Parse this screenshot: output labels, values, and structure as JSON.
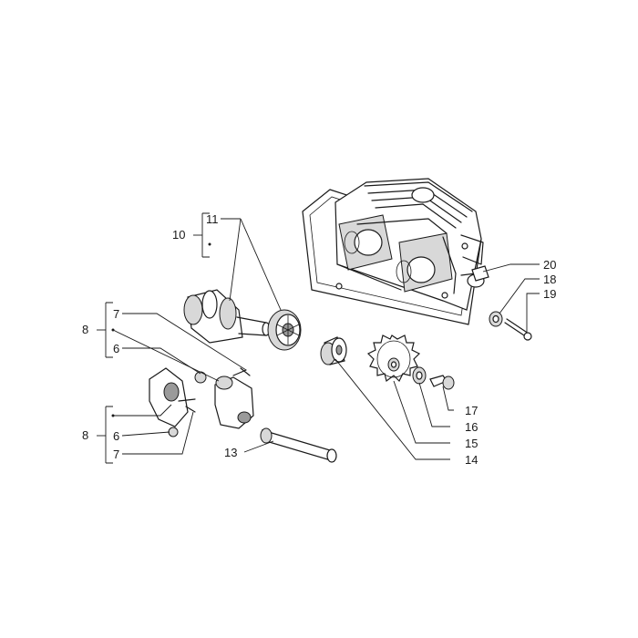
{
  "callouts": {
    "c10": "10",
    "c11": "11",
    "c8_top": "8",
    "c7_top": "7",
    "c6_top": "6",
    "c8_bottom": "8",
    "c6_bottom": "6",
    "c7_bottom": "7",
    "c13": "13",
    "c14": "14",
    "c15": "15",
    "c16": "16",
    "c17": "17",
    "c18": "18",
    "c19": "19",
    "c20": "20"
  }
}
